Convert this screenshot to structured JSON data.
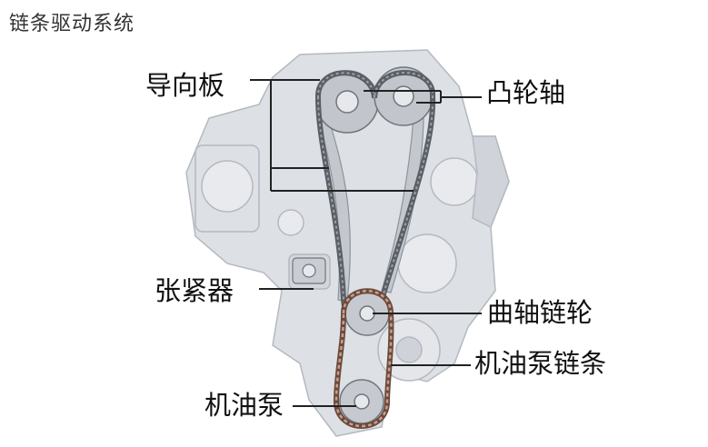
{
  "title": "链条驱动系统",
  "labels": {
    "guide_plate": "导向板",
    "camshaft": "凸轮轴",
    "tensioner": "张紧器",
    "crank_sprocket": "曲轴链轮",
    "oil_pump_chain": "机油泵链条",
    "oil_pump": "机油泵"
  },
  "colors": {
    "engine_fill": "#dde0e5",
    "engine_edge": "#b4b9c0",
    "chain": "#5a5f66",
    "chain_links": "#c9a089",
    "leader": "#222222"
  }
}
